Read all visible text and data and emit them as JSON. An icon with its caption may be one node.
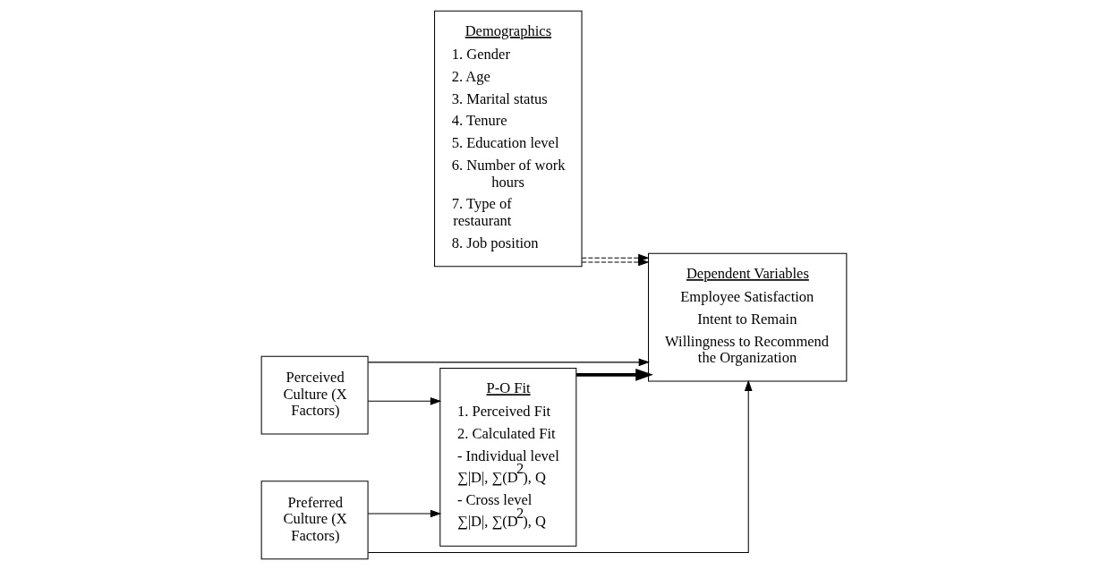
{
  "diagram": {
    "nodes": [
      {
        "text": [
          "Demographics",
          "1. Gender",
          "2. Age",
          "3. Marital status",
          "4. Tenure",
          "5. Education level",
          "6. Number of work hours",
          "7. Type of restaurant",
          "8. Job position"
        ]
      },
      {
        "text": [
          "Perceived Culture (X Factors)"
        ]
      },
      {
        "text": [
          "P-O Fit",
          "1. Perceived Fit",
          "2. Calculated Fit",
          "- Individual level",
          "∑|D|, ∑(D$^{2}$), Q",
          "- Cross level",
          "∑|D|, ∑(D$^{2}$), Q"
        ]
      },
      {
        "text": [
          "Preferred Culture (X Factors)"
        ]
      },
      {
        "text": [
          "Dependent Variables",
          "Employee Satisfaction",
          "Intent to Remain",
          "Willingness to Recommend the Organization"
        ]
      }
    ],
    "edges": [
      {
        "from": 1,
        "to": 2,
        "arrow": "to"
      },
      {
        "from": 3,
        "to": 2,
        "arrow": "to"
      },
      {
        "from": 2,
        "to": 4,
        "arrow": "to",
        "style": "thick"
      },
      {
        "from": 1,
        "to": 4,
        "arrow": "to"
      },
      {
        "from": 3,
        "to": 4,
        "arrow": "to"
      },
      {
        "from": 0,
        "to": 4,
        "arrow": "to",
        "style": "dashed"
      },
      {
        "from": 0,
        "to": 4,
        "arrow": "to",
        "style": "dashed"
      }
    ]
  }
}
